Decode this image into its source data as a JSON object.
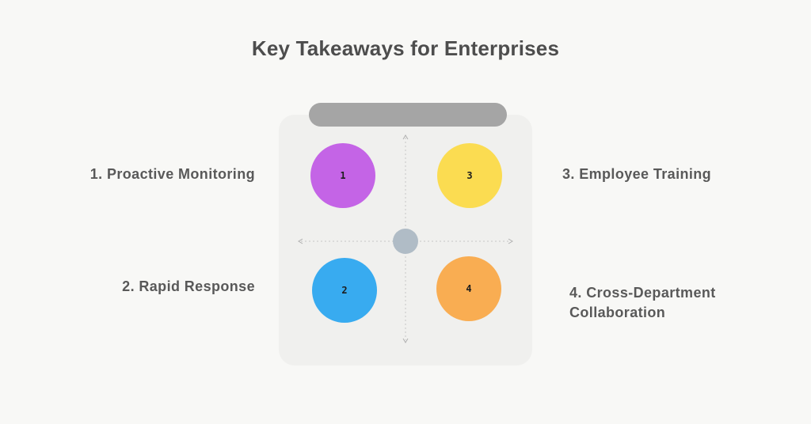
{
  "title": "Key Takeaways for Enterprises",
  "colors": {
    "page_bg": "#f8f8f6",
    "panel_bg": "#f0f0ee",
    "top_bar": "#a5a5a5",
    "axis_line": "#c6c6c6",
    "axis_arrow": "#b0b0b0",
    "center_dot": "#b0bcc6",
    "title_text": "#4d4d4d",
    "label_text": "#595959",
    "number_text": "#1d1d1d"
  },
  "items": [
    {
      "number": "1",
      "label": "1. Proactive Monitoring",
      "color": "#c464e6",
      "quadrant": "top-left"
    },
    {
      "number": "2",
      "label": "2. Rapid Response",
      "color": "#38abf0",
      "quadrant": "bottom-left"
    },
    {
      "number": "3",
      "label": "3. Employee Training",
      "color": "#fbdc51",
      "quadrant": "top-right"
    },
    {
      "number": "4",
      "label": "4. Cross-Department Collaboration",
      "color": "#f9ad52",
      "quadrant": "bottom-right"
    }
  ]
}
